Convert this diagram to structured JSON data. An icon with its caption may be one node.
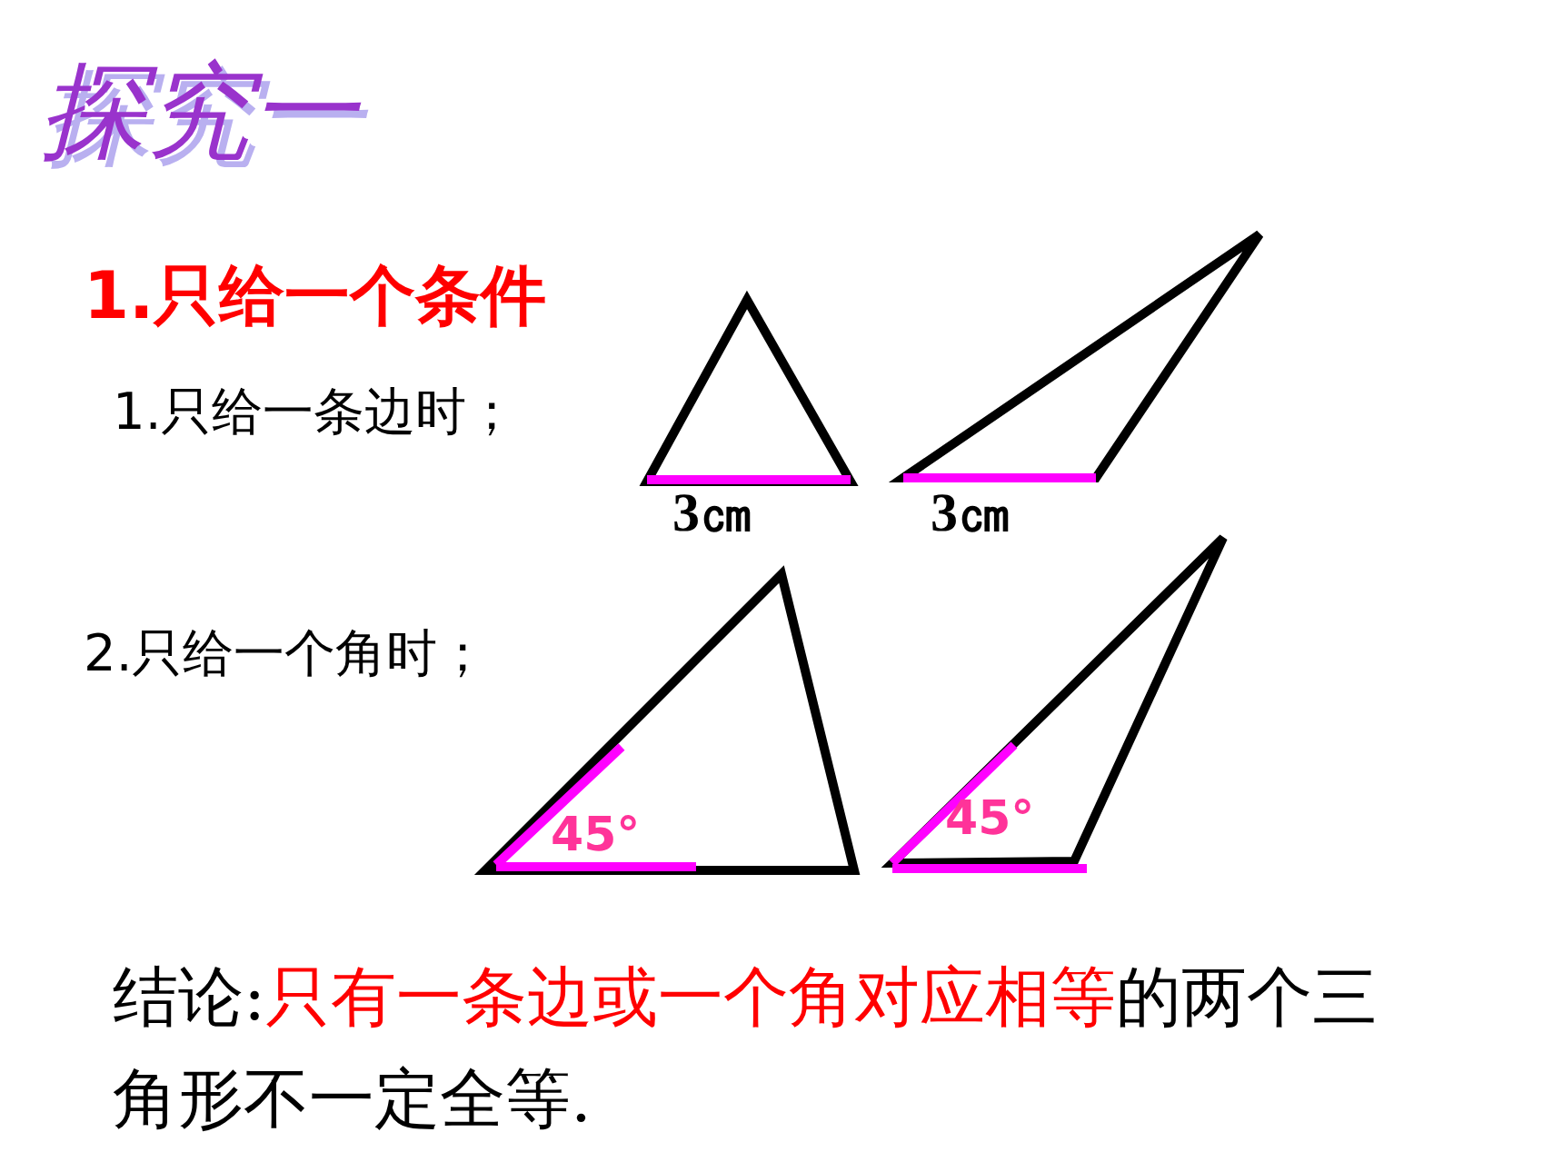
{
  "diagram": {
    "title": "探究一",
    "labels": [
      "1.只给一个条件",
      "1.只给一条边时；",
      "3㎝",
      "3㎝",
      "2.只给一个角时；",
      "45°",
      "45°",
      "结论:",
      "只有一条边或一个角对应相等",
      "的两个三角形不一定全等."
    ]
  }
}
